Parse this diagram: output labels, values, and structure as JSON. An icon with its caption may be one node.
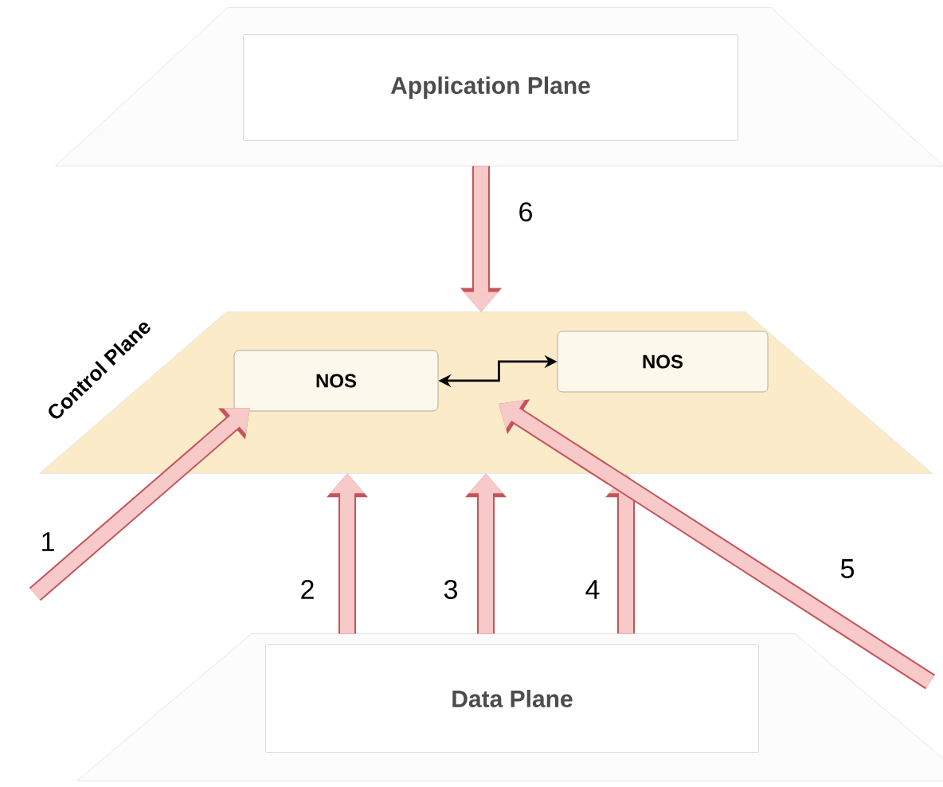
{
  "diagram": {
    "nodes": [
      {
        "text": [],
        "shape": "trapezoid"
      },
      {
        "text": [
          "Application Plane"
        ],
        "in": 0
      },
      {
        "text": [
          "Control Plane"
        ]
      },
      {
        "text": [
          "NOS"
        ],
        "in": 2
      },
      {
        "text": [
          "NOS"
        ],
        "in": 2
      },
      {
        "text": [],
        "shape": "trapezoid"
      },
      {
        "text": [
          "Data Plane"
        ],
        "in": 5
      }
    ],
    "edges": [
      {
        "from": null,
        "to": 3,
        "arrow": "to",
        "label": "1"
      },
      {
        "from": 5,
        "to": 2,
        "arrow": "to",
        "label": "2"
      },
      {
        "from": 5,
        "to": 2,
        "arrow": "to",
        "label": "3"
      },
      {
        "from": 5,
        "to": 2,
        "arrow": "to",
        "label": "4"
      },
      {
        "from": null,
        "to": 2,
        "arrow": "to",
        "label": "5"
      },
      {
        "from": 0,
        "to": 2,
        "arrow": "to",
        "label": "6"
      },
      {
        "from": 3,
        "to": 4,
        "arrow": "both",
        "color": "#000000"
      }
    ]
  }
}
